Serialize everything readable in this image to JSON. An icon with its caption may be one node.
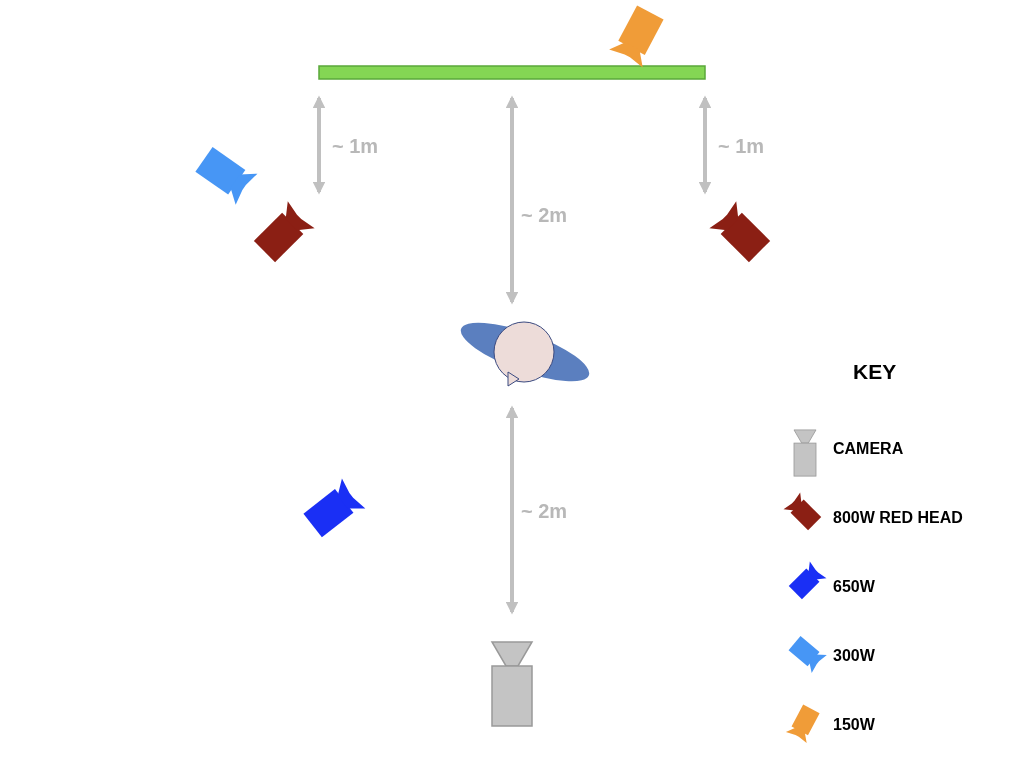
{
  "diagram": {
    "labels": [
      "~ 1m",
      "~ 1m",
      "~ 2m",
      "KEY",
      "~ 2m"
    ],
    "legend": [
      {
        "text": "CAMERA"
      },
      {
        "text": "800W RED HEAD"
      },
      {
        "text": "650W"
      },
      {
        "text": "300W"
      },
      {
        "text": "150W"
      }
    ]
  }
}
